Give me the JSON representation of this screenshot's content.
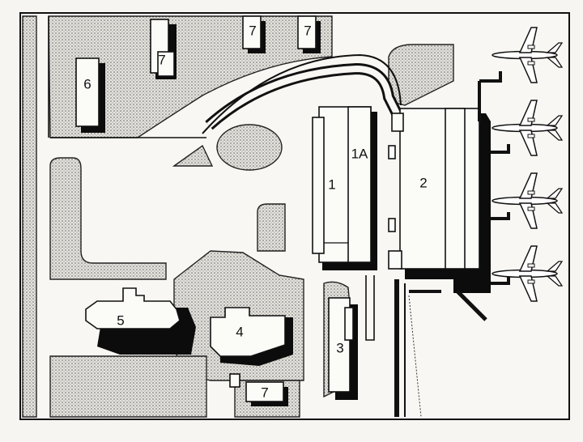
{
  "labels": {
    "b1": "1",
    "b1a": "1A",
    "b2": "2",
    "b3": "3",
    "b4": "4",
    "b5": "5",
    "b6": "6",
    "b7a": "7",
    "b7b": "7",
    "b7c": "7",
    "b7d": "7"
  },
  "icons": {
    "aircraft": "airplane-icon"
  },
  "colors": {
    "ink": "#111111",
    "paper": "#f6f5f1"
  }
}
